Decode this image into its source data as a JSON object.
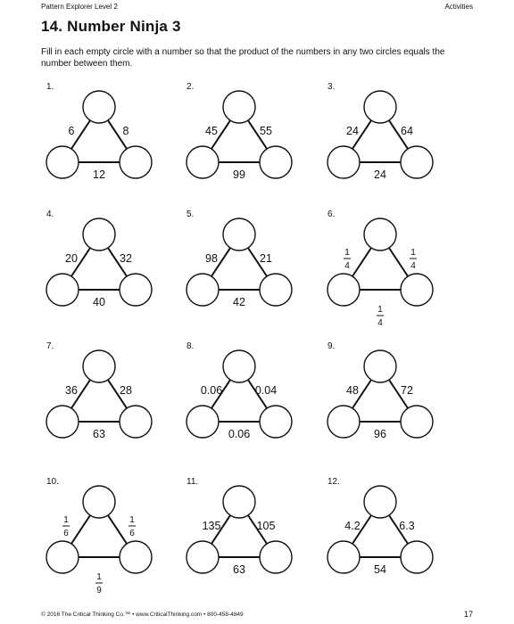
{
  "header": {
    "left": "Pattern Explorer Level 2",
    "right": "Activities"
  },
  "title": "14.  Number Ninja 3",
  "instructions": "Fill in each empty circle with a number so that the product of the numbers in any two circles equals the number between them.",
  "puzzles": [
    {
      "number": "1.",
      "left": "6",
      "right": "8",
      "bottom": "12"
    },
    {
      "number": "2.",
      "left": "45",
      "right": "55",
      "bottom": "99"
    },
    {
      "number": "3.",
      "left": "24",
      "right": "64",
      "bottom": "24"
    },
    {
      "number": "4.",
      "left": "20",
      "right": "32",
      "bottom": "40"
    },
    {
      "number": "5.",
      "left": "98",
      "right": "21",
      "bottom": "42"
    },
    {
      "number": "6.",
      "left": "1/4",
      "right": "1/4",
      "bottom": "1/4"
    },
    {
      "number": "7.",
      "left": "36",
      "right": "28",
      "bottom": "63"
    },
    {
      "number": "8.",
      "left": "0.06",
      "right": "0.04",
      "bottom": "0.06"
    },
    {
      "number": "9.",
      "left": "48",
      "right": "72",
      "bottom": "96"
    },
    {
      "number": "10.",
      "left": "1/6",
      "right": "1/6",
      "bottom": "1/9"
    },
    {
      "number": "11.",
      "left": "135",
      "right": "105",
      "bottom": "63"
    },
    {
      "number": "12.",
      "left": "4.2",
      "right": "6.3",
      "bottom": "54"
    }
  ],
  "footer": {
    "left": "© 2016 The Critical Thinking Co.™ • www.CriticalThinking.com • 800-458-4849",
    "page": "17"
  }
}
